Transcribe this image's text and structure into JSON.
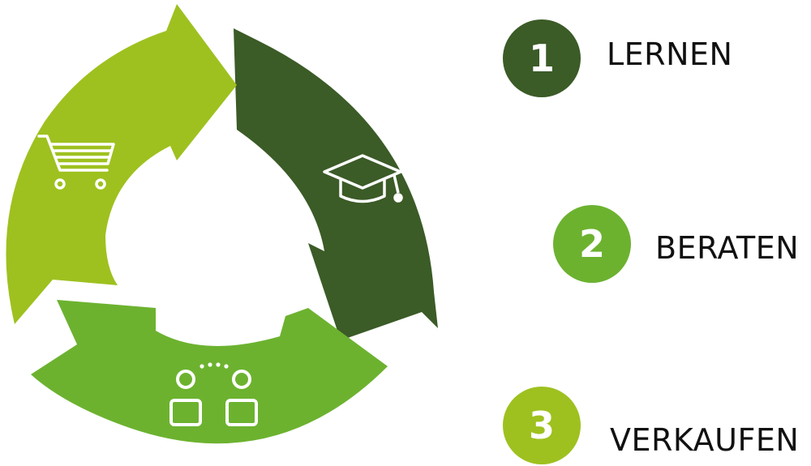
{
  "colors": {
    "dark_green": "#3b5b27",
    "mid_green": "#6cb22f",
    "light_green": "#9ec11f",
    "connector": "#2b2b2b",
    "icon": "#ffffff"
  },
  "cycle": {
    "segments": [
      {
        "name": "lernen-arrow",
        "icon": "graduation-cap-icon",
        "color": "#3b5b27"
      },
      {
        "name": "beraten-arrow",
        "icon": "consultation-people-icon",
        "color": "#6cb22f"
      },
      {
        "name": "verkaufen-arrow",
        "icon": "shopping-cart-icon",
        "color": "#9ec11f"
      }
    ]
  },
  "steps": [
    {
      "number": "1",
      "label": "LERNEN",
      "color": "#3b5b27"
    },
    {
      "number": "2",
      "label": "BERATEN",
      "color": "#6cb22f"
    },
    {
      "number": "3",
      "label": "VERKAUFEN",
      "color": "#9ec11f"
    }
  ]
}
